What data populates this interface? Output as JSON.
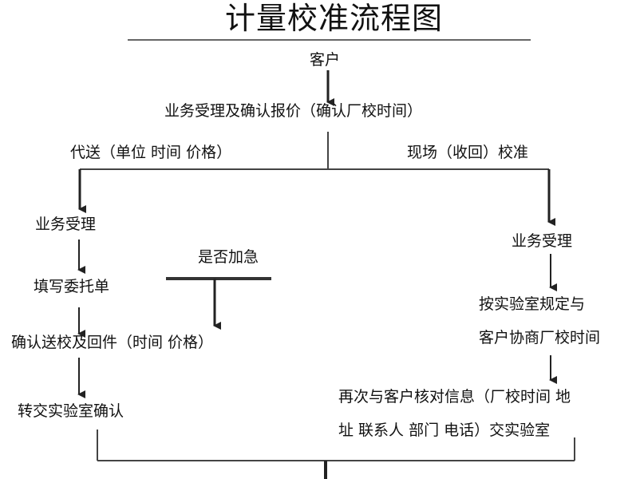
{
  "diagram": {
    "title": "计量校准流程图",
    "nodes": {
      "customer": "客户",
      "accept_quote": "业务受理及确认报价（确认厂校时间）",
      "branch_send": "代送（单位  时间  价格）",
      "branch_onsite": "现场（收回）校准",
      "left_accept": "业务受理",
      "fill_form": "填写委托单",
      "urgent": "是否加急",
      "confirm_send": "确认送校及回件（时间  价格）",
      "transfer_lab": "转交实验室确认",
      "right_accept": "业务受理",
      "negotiate_line1": "按实验室规定与",
      "negotiate_line2": "客户协商厂校时间",
      "reconfirm_line1": "再次与客户核对信息（厂校时间    地",
      "reconfirm_line2": "址  联系人  部门  电话）交实验室"
    }
  },
  "colors": {
    "line": "#222222",
    "text": "#111111",
    "title_rule": "#666666"
  }
}
